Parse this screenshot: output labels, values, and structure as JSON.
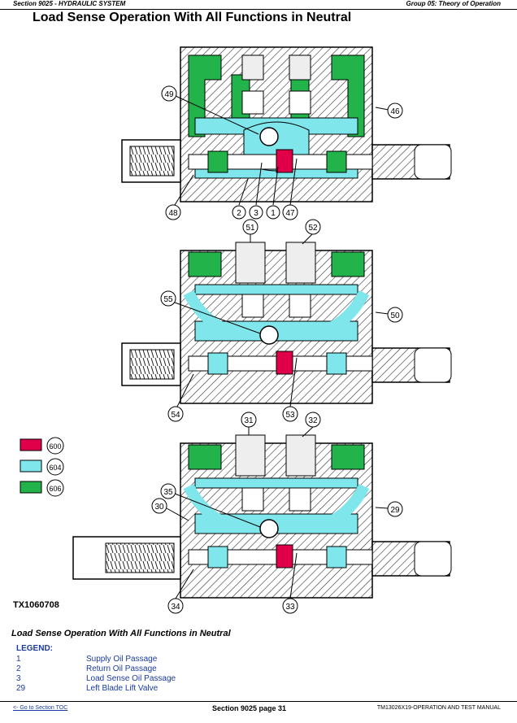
{
  "header": {
    "left": "Section 9025 - HYDRAULIC SYSTEM",
    "right": "Group 05: Theory of Operation"
  },
  "title": "Load Sense Operation With All Functions in Neutral",
  "callouts": {
    "c49": "49",
    "c46": "46",
    "c48": "48",
    "c2": "2",
    "c3": "3",
    "c1": "1",
    "c47": "47",
    "c51": "51",
    "c52": "52",
    "c55": "55",
    "c50": "50",
    "c54": "54",
    "c53": "53",
    "c31": "31",
    "c32": "32",
    "c35": "35",
    "c30": "30",
    "c29": "29",
    "c34": "34",
    "c33": "33"
  },
  "color_key": [
    {
      "num": "600",
      "color": "#e0004a"
    },
    {
      "num": "604",
      "color": "#7fe6ec"
    },
    {
      "num": "606",
      "color": "#22b34a"
    }
  ],
  "figure_id": "TX1060708",
  "caption": "Load Sense Operation With All Functions in Neutral",
  "legend": {
    "title": "LEGEND:",
    "items": [
      {
        "num": "1",
        "text": "Supply Oil Passage"
      },
      {
        "num": "2",
        "text": "Return Oil Passage"
      },
      {
        "num": "3",
        "text": "Load Sense Oil Passage"
      },
      {
        "num": "29",
        "text": "Left Blade Lift Valve"
      }
    ]
  },
  "footer": {
    "toc": "<- Go to Section TOC",
    "page": "Section 9025 page 31",
    "manual": "TM13026X19-OPERATION AND TEST MANUAL"
  }
}
